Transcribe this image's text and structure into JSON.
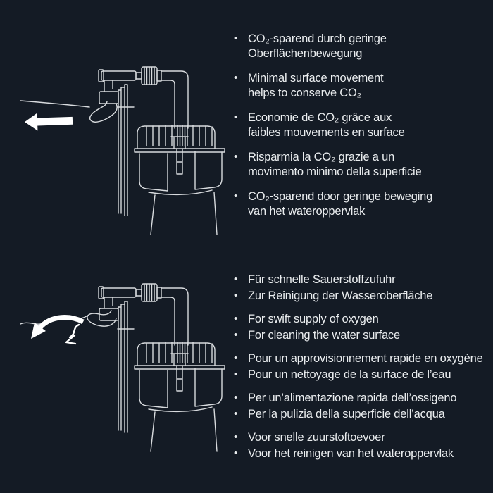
{
  "colors": {
    "background": "#141b25",
    "line": "#d8dbde",
    "text": "#eaedef",
    "arrow": "#ffffff"
  },
  "bullet": "•",
  "sections": {
    "co2": {
      "items": [
        {
          "lines": [
            "CO₂-sparend durch geringe",
            "Oberflächenbewegung"
          ]
        },
        {
          "lines": [
            "Minimal surface movement",
            "helps to conserve CO₂"
          ]
        },
        {
          "lines": [
            "Economie de CO₂ grâce aux",
            "faibles mouvements en surface"
          ]
        },
        {
          "lines": [
            "Risparmia la CO₂ grazie a un",
            "movimento minimo della superficie"
          ]
        },
        {
          "lines": [
            "CO₂-sparend door geringe beweging",
            "van het wateroppervlak"
          ]
        }
      ]
    },
    "oxygen": {
      "groups": [
        {
          "lines": [
            "Für schnelle Sauerstoffzufuhr",
            "Zur Reinigung der Wasseroberfläche"
          ]
        },
        {
          "lines": [
            "For swift supply of oxygen",
            "For cleaning the water surface"
          ]
        },
        {
          "lines": [
            "Pour un approvisionnement rapide en oxygène",
            "Pour un nettoyage de la surface de l’eau"
          ]
        },
        {
          "lines": [
            "Per un’alimentazione rapida dell’ossigeno",
            "Per la pulizia della superficie dell’acqua"
          ]
        },
        {
          "lines": [
            "Voor snelle zuurstoftoevoer",
            "Voor het reinigen van het wateroppervlak"
          ]
        }
      ]
    }
  }
}
